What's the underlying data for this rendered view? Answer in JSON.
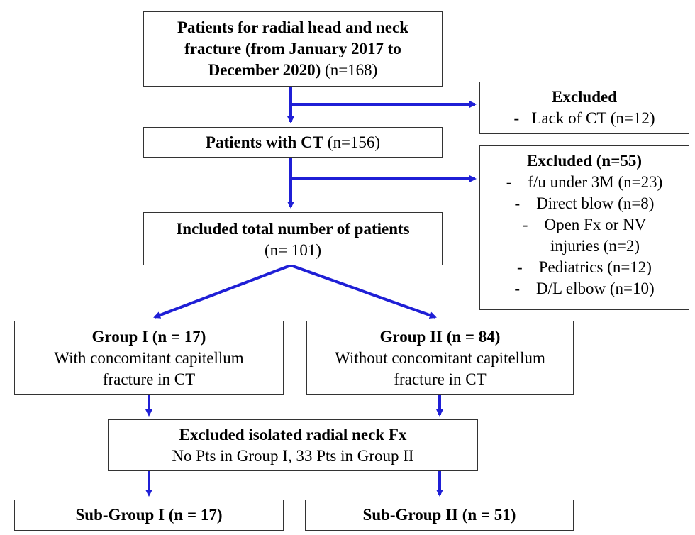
{
  "boxes": {
    "start": {
      "line1": "Patients for radial head and neck",
      "line2": "fracture (from January 2017 to",
      "line3_bold": "December 2020)",
      "line3_rest": "(n=168)"
    },
    "excluded1": {
      "title": "Excluded",
      "item": "-   Lack of CT (n=12)"
    },
    "with_ct": {
      "bold": "Patients with CT",
      "rest": "(n=156)"
    },
    "excluded2": {
      "title": "Excluded (n=55)",
      "items": [
        "-    f/u under 3M (n=23)",
        "-    Direct blow (n=8)",
        "-    Open Fx or NV",
        "injuries (n=2)",
        "-    Pediatrics (n=12)",
        "-    D/L elbow (n=10)"
      ]
    },
    "included": {
      "title": "Included total number of patients",
      "count": "(n= 101)"
    },
    "group1": {
      "title": "Group I (n = 17)",
      "line1": "With concomitant capitellum",
      "line2": "fracture in CT"
    },
    "group2": {
      "title": "Group II (n = 84)",
      "line1": "Without concomitant capitellum",
      "line2": "fracture in CT"
    },
    "excluded3": {
      "title": "Excluded isolated radial neck Fx",
      "line": "No Pts in Group I, 33 Pts in Group II"
    },
    "sub1": {
      "title": "Sub-Group I (n = 17)"
    },
    "sub2": {
      "title": "Sub-Group II (n = 51)"
    }
  },
  "colors": {
    "arrow": "#1f1fd6",
    "border": "#333333",
    "text": "#000000"
  }
}
